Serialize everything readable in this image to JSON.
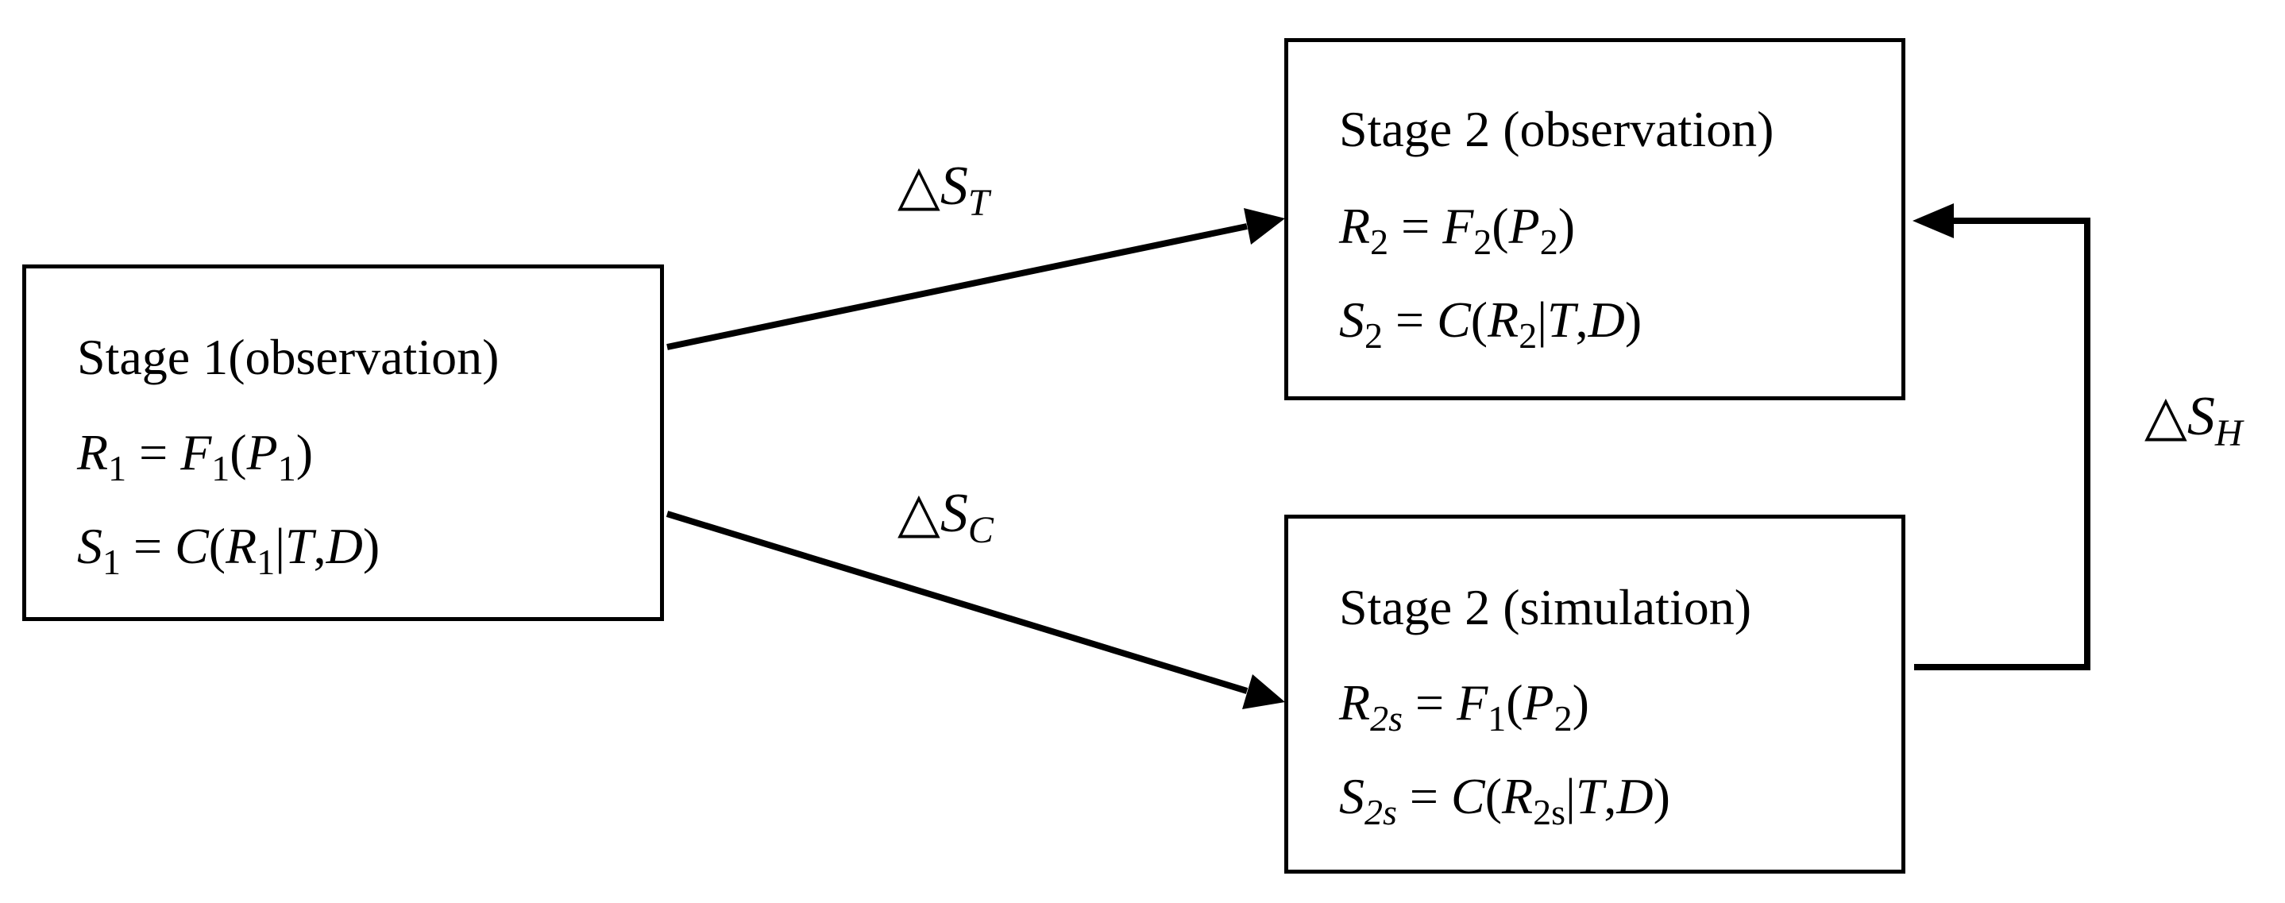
{
  "boxes": {
    "stage1_obs": {
      "title": "Stage 1(observation)",
      "eq1": {
        "lhs": "R",
        "lhs_sub": "1",
        "rhs": "F",
        "rhs_sub": "1",
        "arg": "P",
        "arg_sub": "1"
      },
      "eq2": {
        "lhs": "S",
        "lhs_sub": "1",
        "func": "C",
        "arg": "R",
        "arg_sub": "1",
        "given": "T",
        "comma_var": "D"
      }
    },
    "stage2_obs": {
      "title": "Stage 2 (observation)",
      "eq1": {
        "lhs": "R",
        "lhs_sub": "2",
        "rhs": "F",
        "rhs_sub": "2",
        "arg": "P",
        "arg_sub": "2"
      },
      "eq2": {
        "lhs": "S",
        "lhs_sub": "2",
        "func": "C",
        "arg": "R",
        "arg_sub": "2",
        "given": "T",
        "comma_var": "D"
      }
    },
    "stage2_sim": {
      "title": "Stage 2 (simulation)",
      "eq1": {
        "lhs": "R",
        "lhs_sub": "2s",
        "rhs": "F",
        "rhs_sub": "1",
        "arg": "P",
        "arg_sub": "2"
      },
      "eq2": {
        "lhs": "S",
        "lhs_sub": "2s",
        "func": "C",
        "arg": "R",
        "arg_sub": "2s",
        "given": "T",
        "comma_var": "D"
      }
    }
  },
  "edges": {
    "delta_T": {
      "symbol": "△",
      "var": "S",
      "sub": "T"
    },
    "delta_C": {
      "symbol": "△",
      "var": "S",
      "sub": "C"
    },
    "delta_H": {
      "symbol": "△",
      "var": "S",
      "sub": "H"
    }
  },
  "colors": {
    "stroke": "#000000",
    "background": "#ffffff"
  }
}
